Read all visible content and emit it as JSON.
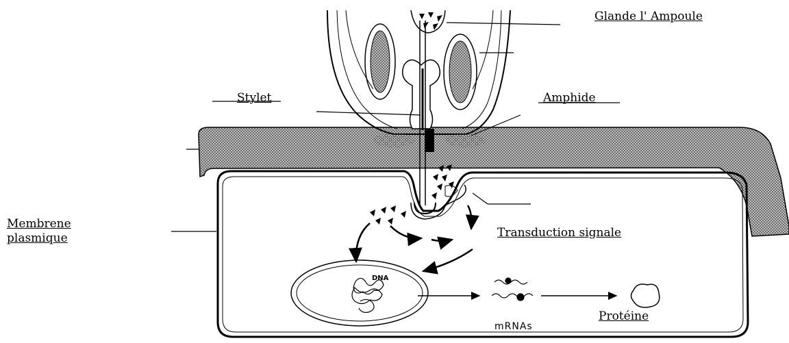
{
  "labels": {
    "glande": "Glande l'  Ampoule",
    "stylet": "Stylet",
    "amphide": "Amphide",
    "membrene_line1": "Membrene",
    "membrene_line2": "plasmique",
    "transduction": "Transduction  signale",
    "dna": "DNA",
    "mrnas": "mRNAs",
    "proteine": "Protéine"
  },
  "colors": {
    "ink": "#000000",
    "wall_hatch": "#5a5a5a",
    "background": "#ffffff"
  }
}
